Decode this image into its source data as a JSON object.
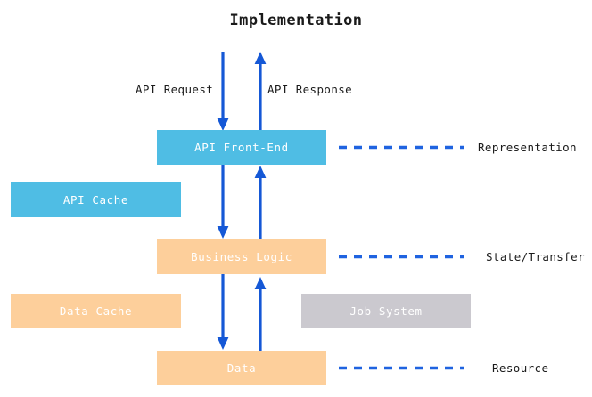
{
  "diagram": {
    "title": "Implementation",
    "colors": {
      "arrow": "#1558d6",
      "dashed_connector": "#1f63e0",
      "node_representation": "#4fbde4",
      "node_state_transfer": "#fdcf9b",
      "node_job_system": "#cbc9cf",
      "node_text": "#ffffff",
      "label_text": "#1a1a1a",
      "background": "#ffffff"
    },
    "nodes": [
      {
        "id": "api-front-end",
        "label": "API Front-End",
        "layer": "representation",
        "column": "main"
      },
      {
        "id": "api-cache",
        "label": "API Cache",
        "layer": "representation",
        "column": "left"
      },
      {
        "id": "business-logic",
        "label": "Business Logic",
        "layer": "state-transfer",
        "column": "main"
      },
      {
        "id": "data-cache",
        "label": "Data Cache",
        "layer": "resource",
        "column": "left"
      },
      {
        "id": "job-system",
        "label": "Job System",
        "layer": "job",
        "column": "right"
      },
      {
        "id": "data",
        "label": "Data",
        "layer": "resource",
        "column": "main"
      }
    ],
    "edge_labels": {
      "request": "API Request",
      "response": "API Response"
    },
    "side_labels": {
      "representation": "Representation",
      "state_transfer": "State/Transfer",
      "resource": "Resource"
    },
    "arrows": [
      {
        "id": "request-in",
        "direction": "down",
        "from": "outside",
        "to": "api-front-end"
      },
      {
        "id": "response-out",
        "direction": "up",
        "from": "api-front-end",
        "to": "outside"
      },
      {
        "id": "frontend-to-logic",
        "direction": "down",
        "from": "api-front-end",
        "to": "business-logic"
      },
      {
        "id": "logic-to-frontend",
        "direction": "up",
        "from": "business-logic",
        "to": "api-front-end"
      },
      {
        "id": "logic-to-data",
        "direction": "down",
        "from": "business-logic",
        "to": "data"
      },
      {
        "id": "data-to-logic",
        "direction": "up",
        "from": "data",
        "to": "business-logic"
      }
    ]
  }
}
